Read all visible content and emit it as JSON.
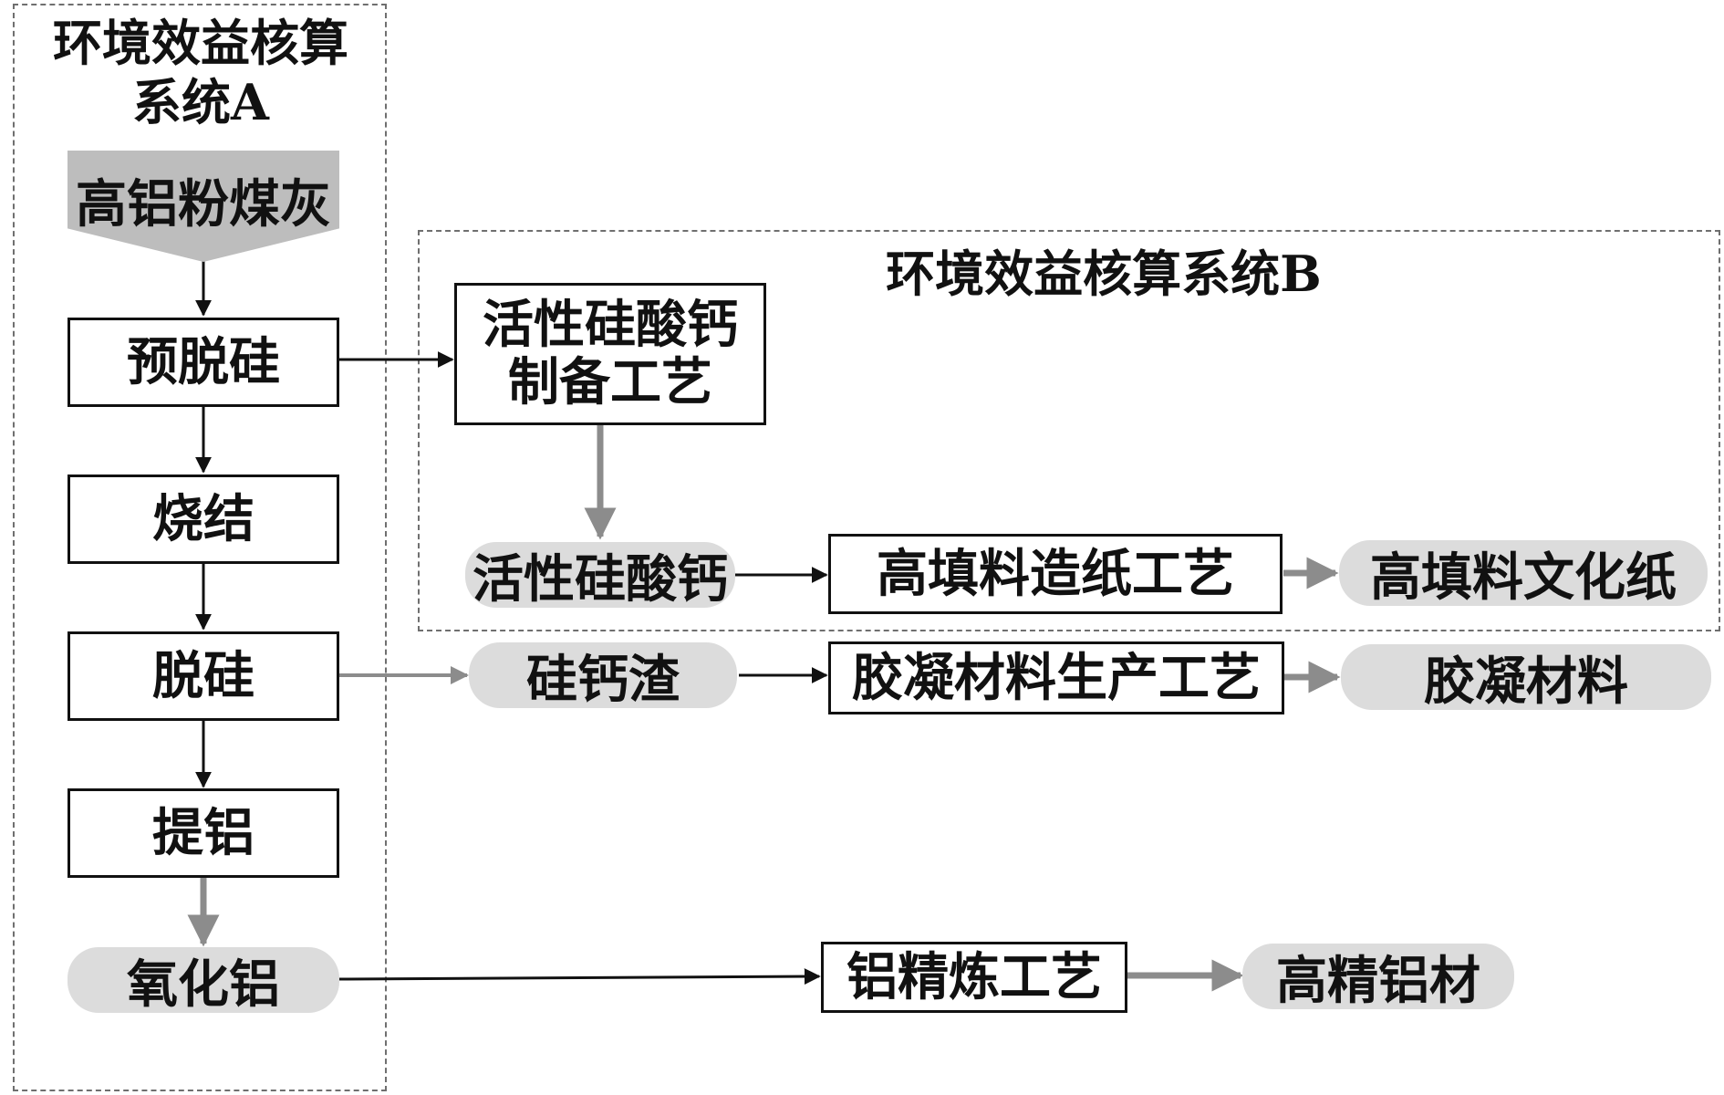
{
  "system_a": {
    "title": "环境效益核算系统A"
  },
  "system_b": {
    "title": "环境效益核算系统B"
  },
  "nodes": {
    "fly_ash": "高铝粉煤灰",
    "pre_desilication": "预脱硅",
    "sintering": "烧结",
    "desilication": "脱硅",
    "al_extraction": "提铝",
    "alumina": "氧化铝",
    "calcium_silicate_process": "活性硅酸钙制备工艺",
    "calcium_silicate": "活性硅酸钙",
    "paper_process": "高填料造纸工艺",
    "paper": "高填料文化纸",
    "slag": "硅钙渣",
    "cementitious_process": "胶凝材料生产工艺",
    "cementitious": "胶凝材料",
    "al_refining_process": "铝精炼工艺",
    "al_material": "高精铝材"
  },
  "colors": {
    "black_arrow": "#111111",
    "gray_arrow": "#8c8c8c",
    "product_fill": "#dcdcdc",
    "source_fill": "#bdbdbd",
    "dash": "#6f6f6f"
  }
}
